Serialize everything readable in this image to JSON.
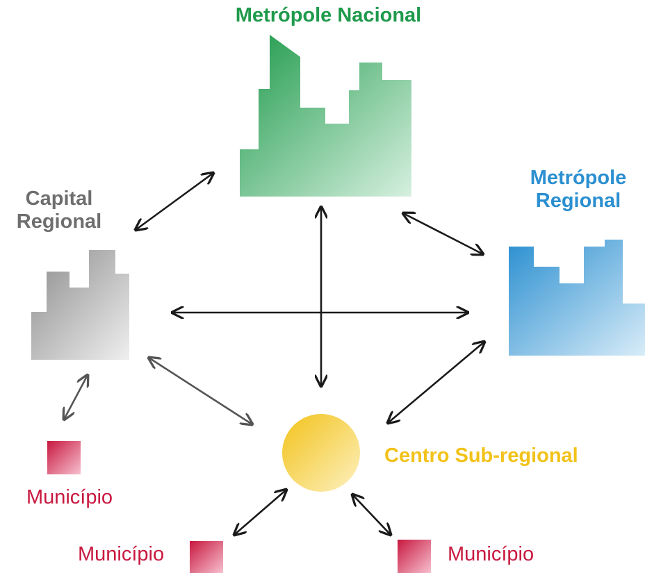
{
  "labels": {
    "metropole_nacional": "Metrópole Nacional",
    "metropole_regional_line1": "Metrópole",
    "metropole_regional_line2": "Regional",
    "capital_regional_line1": "Capital",
    "capital_regional_line2": "Regional",
    "centro_sub_regional": "Centro Sub-regional",
    "municipio_left": "Município",
    "municipio_bottom_left": "Município",
    "municipio_bottom_right": "Município"
  },
  "colors": {
    "nacional": "#1f9a4c",
    "regional": "#2b8fd0",
    "capital": "#7a7a7a",
    "centro": "#f2c21a",
    "municipio": "#c8183f",
    "arrow": "#1a1a1a",
    "arrow_grey": "#555555"
  },
  "icons": {
    "metropole_nacional": "skyline-icon",
    "metropole_regional": "skyline-icon",
    "capital_regional": "skyline-icon",
    "centro_sub_regional": "circle-icon",
    "municipio": "square-icon"
  }
}
